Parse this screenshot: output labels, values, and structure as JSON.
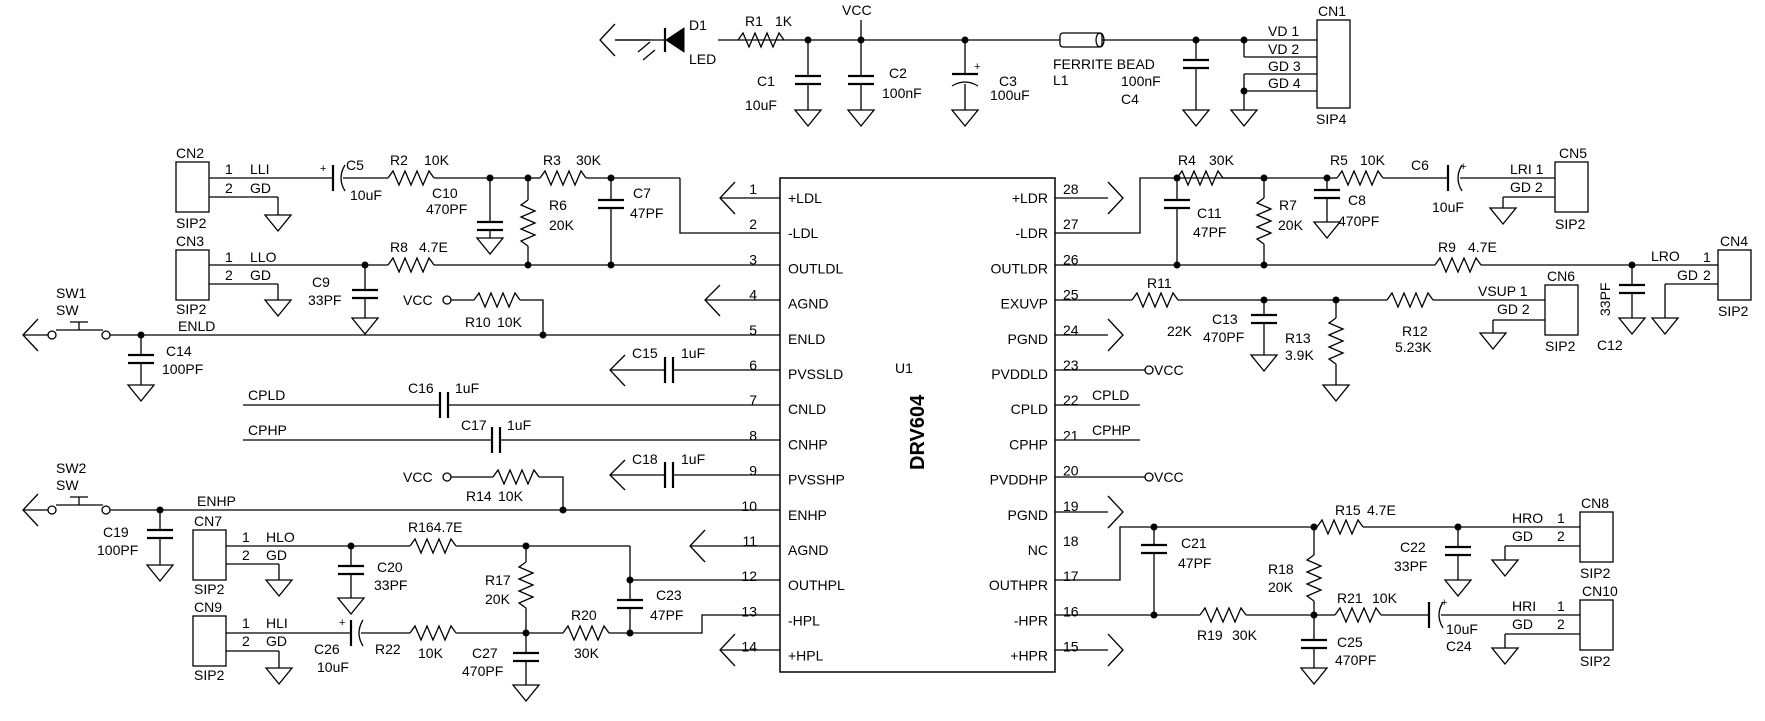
{
  "ic": {
    "ref": "U1",
    "name": "DRV604",
    "left_pins": [
      {
        "num": "1",
        "name": "+LDL"
      },
      {
        "num": "2",
        "name": "-LDL"
      },
      {
        "num": "3",
        "name": "OUTLDL"
      },
      {
        "num": "4",
        "name": "AGND"
      },
      {
        "num": "5",
        "name": "ENLD"
      },
      {
        "num": "6",
        "name": "PVSSLD"
      },
      {
        "num": "7",
        "name": "CNLD"
      },
      {
        "num": "8",
        "name": "CNHP"
      },
      {
        "num": "9",
        "name": "PVSSHP"
      },
      {
        "num": "10",
        "name": "ENHP"
      },
      {
        "num": "11",
        "name": "AGND"
      },
      {
        "num": "12",
        "name": "OUTHPL"
      },
      {
        "num": "13",
        "name": "-HPL"
      },
      {
        "num": "14",
        "name": "+HPL"
      }
    ],
    "right_pins": [
      {
        "num": "28",
        "name": "+LDR"
      },
      {
        "num": "27",
        "name": "-LDR"
      },
      {
        "num": "26",
        "name": "OUTLDR"
      },
      {
        "num": "25",
        "name": "EXUVP"
      },
      {
        "num": "24",
        "name": "PGND"
      },
      {
        "num": "23",
        "name": "PVDDLD"
      },
      {
        "num": "22",
        "name": "CPLD"
      },
      {
        "num": "21",
        "name": "CPHP"
      },
      {
        "num": "20",
        "name": "PVDDHP"
      },
      {
        "num": "19",
        "name": "PGND"
      },
      {
        "num": "18",
        "name": "NC"
      },
      {
        "num": "17",
        "name": "OUTHPR"
      },
      {
        "num": "16",
        "name": "-HPR"
      },
      {
        "num": "15",
        "name": "+HPR"
      }
    ]
  },
  "labels": {
    "vcc": "VCC",
    "d1": "D1",
    "led": "LED",
    "r1": "R1",
    "r1v": "1K",
    "c1": "C1",
    "c1v": "10uF",
    "c2": "C2",
    "c2v": "100nF",
    "c3": "C3",
    "c3v": "100uF",
    "ferrite": "FERRITE BEAD",
    "l1": "L1",
    "c4v": "100nF",
    "c4": "C4",
    "cn1": "CN1",
    "sip4": "SIP4",
    "vd1": "VD 1",
    "vd2": "VD 2",
    "gd3": "GD 3",
    "gd4": "GD 4",
    "cn2": "CN2",
    "cn3": "CN3",
    "cn4": "CN4",
    "cn5": "CN5",
    "cn6": "CN6",
    "cn7": "CN7",
    "cn8": "CN8",
    "cn9": "CN9",
    "cn10": "CN10",
    "sip2": "SIP2",
    "p1": "1",
    "p2": "2",
    "lli": "LLI",
    "llo": "LLO",
    "gd": "GD",
    "c5": "C5",
    "c5v": "10uF",
    "r2": "R2",
    "r2v": "10K",
    "c10": "C10",
    "c10v": "470PF",
    "r3": "R3",
    "r3v": "30K",
    "r6": "R6",
    "r6v": "20K",
    "c7": "C7",
    "c7v": "47PF",
    "r8": "R8",
    "r8v": "4.7E",
    "c9": "C9",
    "c9v": "33PF",
    "r10": "R10",
    "r10v": "10K",
    "sw1": "SW1",
    "sw": "SW",
    "enld": "ENLD",
    "c14": "C14",
    "c14v": "100PF",
    "c15": "C15",
    "c15v": "1uF",
    "c16": "C16",
    "c16v": "1uF",
    "c17": "C17",
    "c17v": "1uF",
    "c18": "C18",
    "c18v": "1uF",
    "cpld": "CPLD",
    "cphp": "CPHP",
    "r14": "R14",
    "r14v": "10K",
    "sw2": "SW2",
    "enhp": "ENHP",
    "c19": "C19",
    "c19v": "100PF",
    "hlo": "HLO",
    "hli": "HLI",
    "r16": "R164.7E",
    "c20": "C20",
    "c20v": "33PF",
    "r17": "R17",
    "r17v": "20K",
    "c23": "C23",
    "c23v": "47PF",
    "r20": "R20",
    "r20v": "30K",
    "c26": "C26",
    "c26v": "10uF",
    "r22": "R22",
    "r22v": "10K",
    "c27": "C27",
    "c27v": "470PF",
    "r4": "R4",
    "r4v": "30K",
    "r5": "R5",
    "r5v": "10K",
    "c6": "C6",
    "c6v": "10uF",
    "lri": "LRI",
    "gd2": "GD 2",
    "lri1": "LRI 1",
    "c11": "C11",
    "c11v": "47PF",
    "r7": "R7",
    "r7v": "20K",
    "c8": "C8",
    "c8v": "470PF",
    "r9": "R9",
    "r9v": "4.7E",
    "lro": "LRO",
    "r11": "R11",
    "r11v": "22K",
    "c13": "C13",
    "c13v": "470PF",
    "r13": "R13",
    "r13v": "3.9K",
    "r12": "R12",
    "r12v": "5.23K",
    "vsup1": "VSUP 1",
    "c12": "C12",
    "c12v": "33PF",
    "hro": "HRO",
    "hri": "HRI",
    "r15": "R15",
    "r15v": "4.7E",
    "c21": "C21",
    "c21v": "47PF",
    "r18": "R18",
    "r18v": "20K",
    "c22": "C22",
    "c22v": "33PF",
    "r21": "R21",
    "r21v": "10K",
    "r19": "R19",
    "r19v": "30K",
    "c25": "C25",
    "c25v": "470PF",
    "c24": "C24",
    "c24v": "10uF",
    "plus": "+"
  }
}
